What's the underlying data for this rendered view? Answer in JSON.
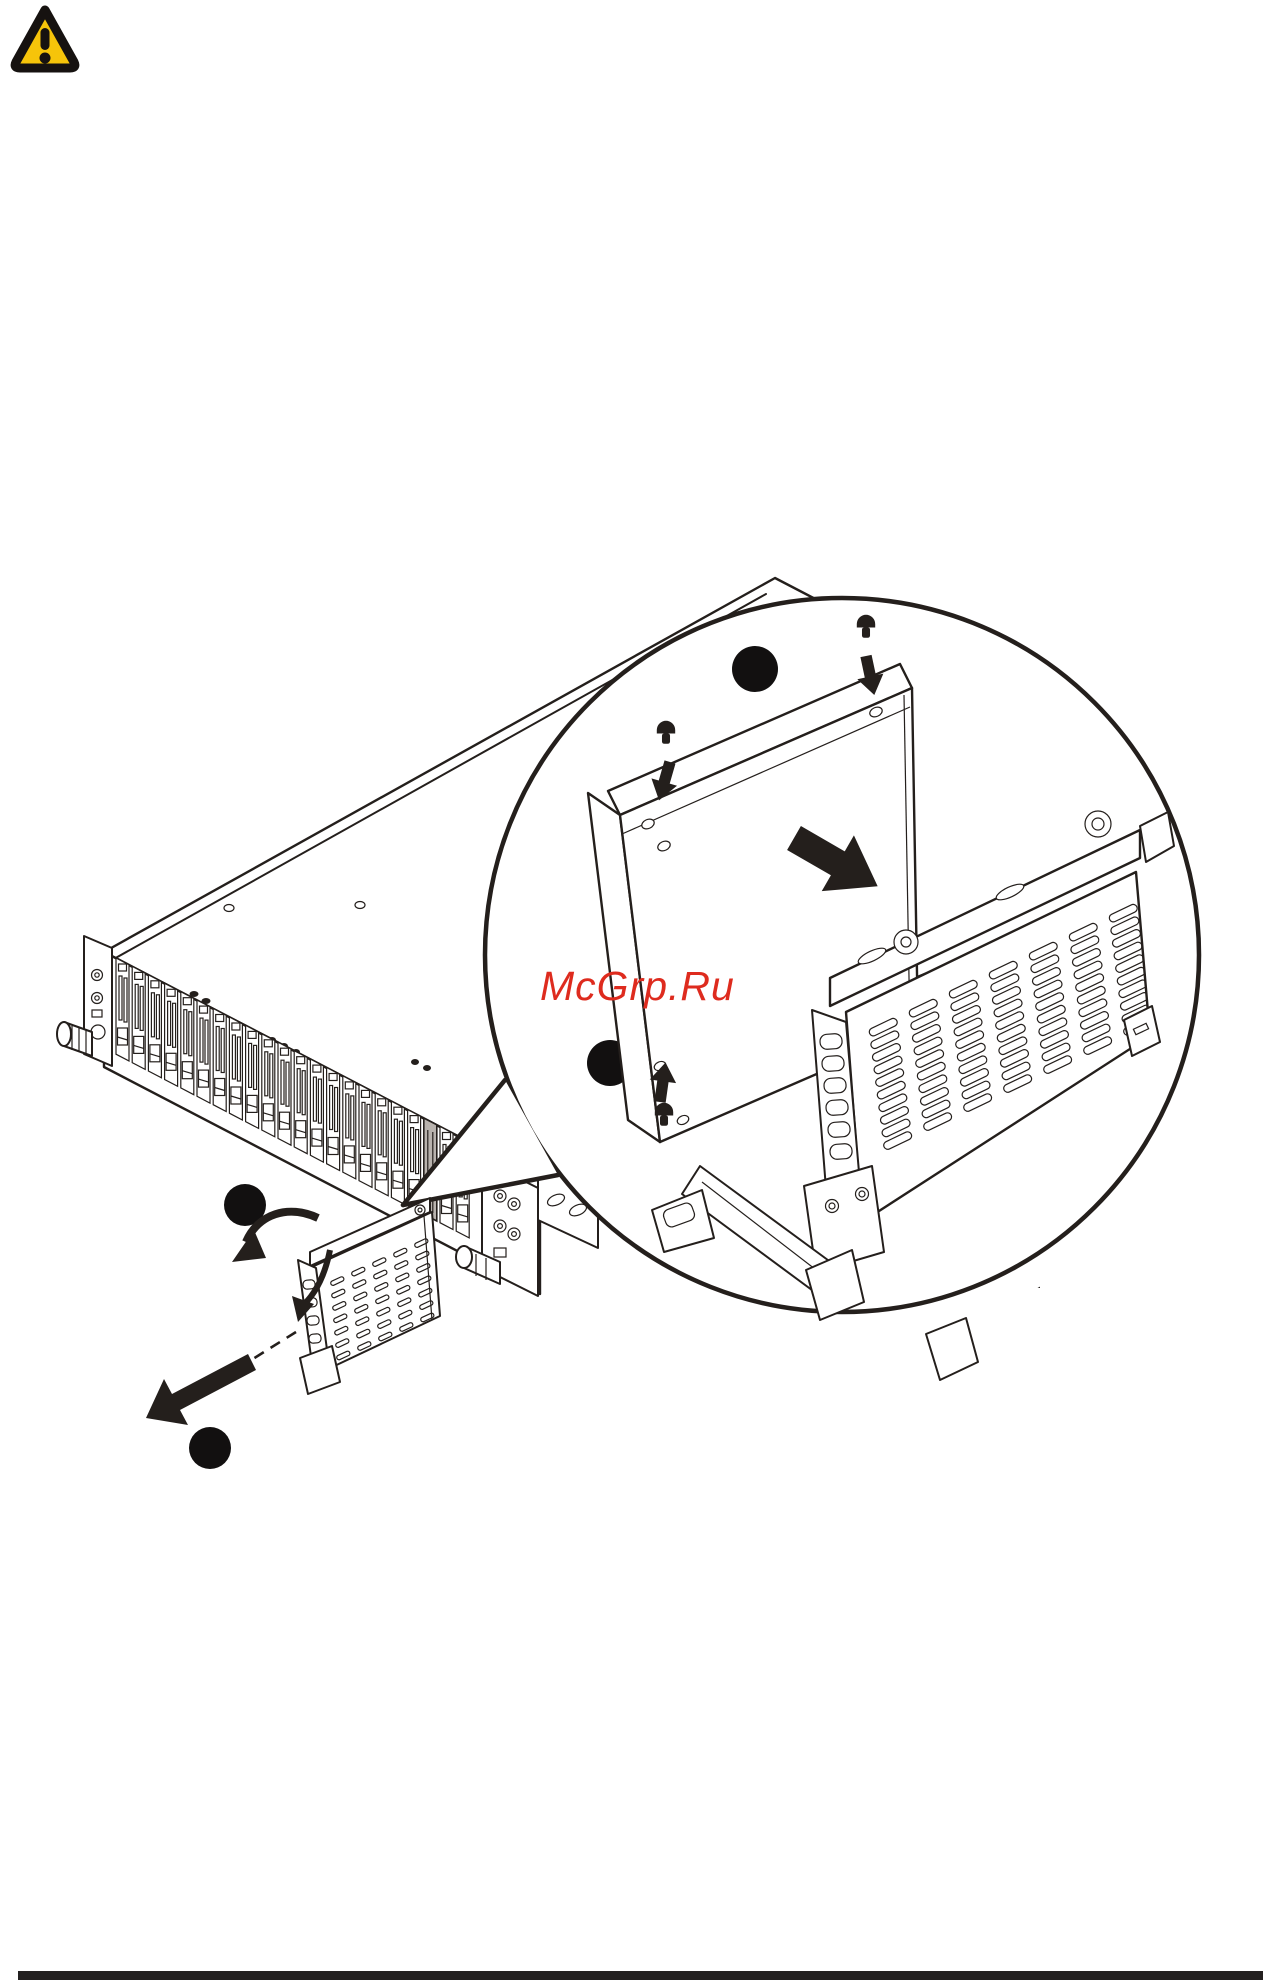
{
  "theme": {
    "paper": "#ffffff",
    "ink": "#241f1c",
    "accent_red": "#de2b1e",
    "warning_yellow": "#f6c40a",
    "rule": "#232020"
  },
  "watermark": {
    "text": "McGrp.Ru"
  },
  "header": {
    "warning_icon": "warning-triangle-icon"
  },
  "figure": {
    "kind": "technical-line-illustration",
    "subject": "drive-carrier-removal-and-drive-unscrew-diagram",
    "elements": [
      "storage-enclosure-chassis",
      "drive-bay-front-panel",
      "extracted-drive-carrier",
      "rotation-arrow",
      "removal-arrow",
      "detail-bubble",
      "bare-drive",
      "carrier-with-vent-slots",
      "screws",
      "screw-direction-arrows",
      "insert-arrow"
    ],
    "step_markers": [
      {
        "id": "marker-bubble-top",
        "shape": "filled-circle"
      },
      {
        "id": "marker-bubble-right",
        "shape": "filled-circle"
      },
      {
        "id": "marker-bubble-bottom",
        "shape": "filled-circle"
      },
      {
        "id": "marker-open-latch",
        "shape": "filled-circle"
      },
      {
        "id": "marker-pull-out",
        "shape": "filled-circle"
      }
    ]
  },
  "footer": {
    "rule": true
  }
}
